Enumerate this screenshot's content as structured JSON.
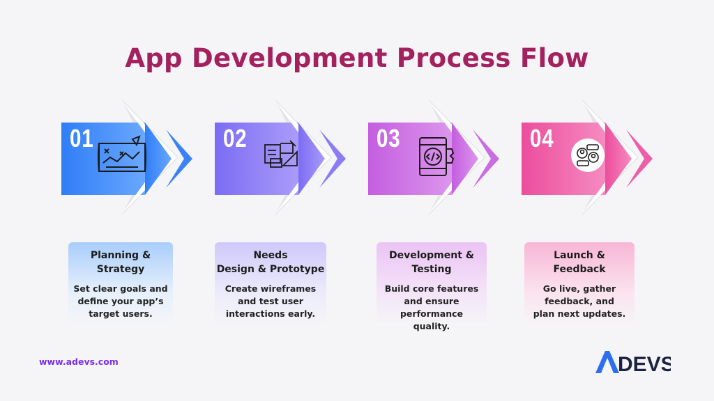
{
  "title": "App Development Process Flow",
  "steps": [
    {
      "number": "01",
      "icon": "strategy-map-icon",
      "color": "#3b82f6",
      "title": "Planning &\nStrategy",
      "description": "Set clear goals and\ndefine your app’s\ntarget users."
    },
    {
      "number": "02",
      "icon": "design-tools-icon",
      "color": "#8b7cf6",
      "title": "Needs\nDesign & Prototype",
      "description": "Create wireframes\nand test user\ninteractions early."
    },
    {
      "number": "03",
      "icon": "code-gear-icon",
      "color": "#c86ee0",
      "title": "Development &\nTesting",
      "description": "Build core features\nand ensure\nperformance\nquality."
    },
    {
      "number": "04",
      "icon": "user-feedback-icon",
      "color": "#ec5fa8",
      "title": "Launch &\nFeedback",
      "description": "Go live, gather\nfeedback, and\nplan next updates."
    }
  ],
  "footer": {
    "url": "www.adevs.com",
    "logo_text": "ADEVS"
  }
}
